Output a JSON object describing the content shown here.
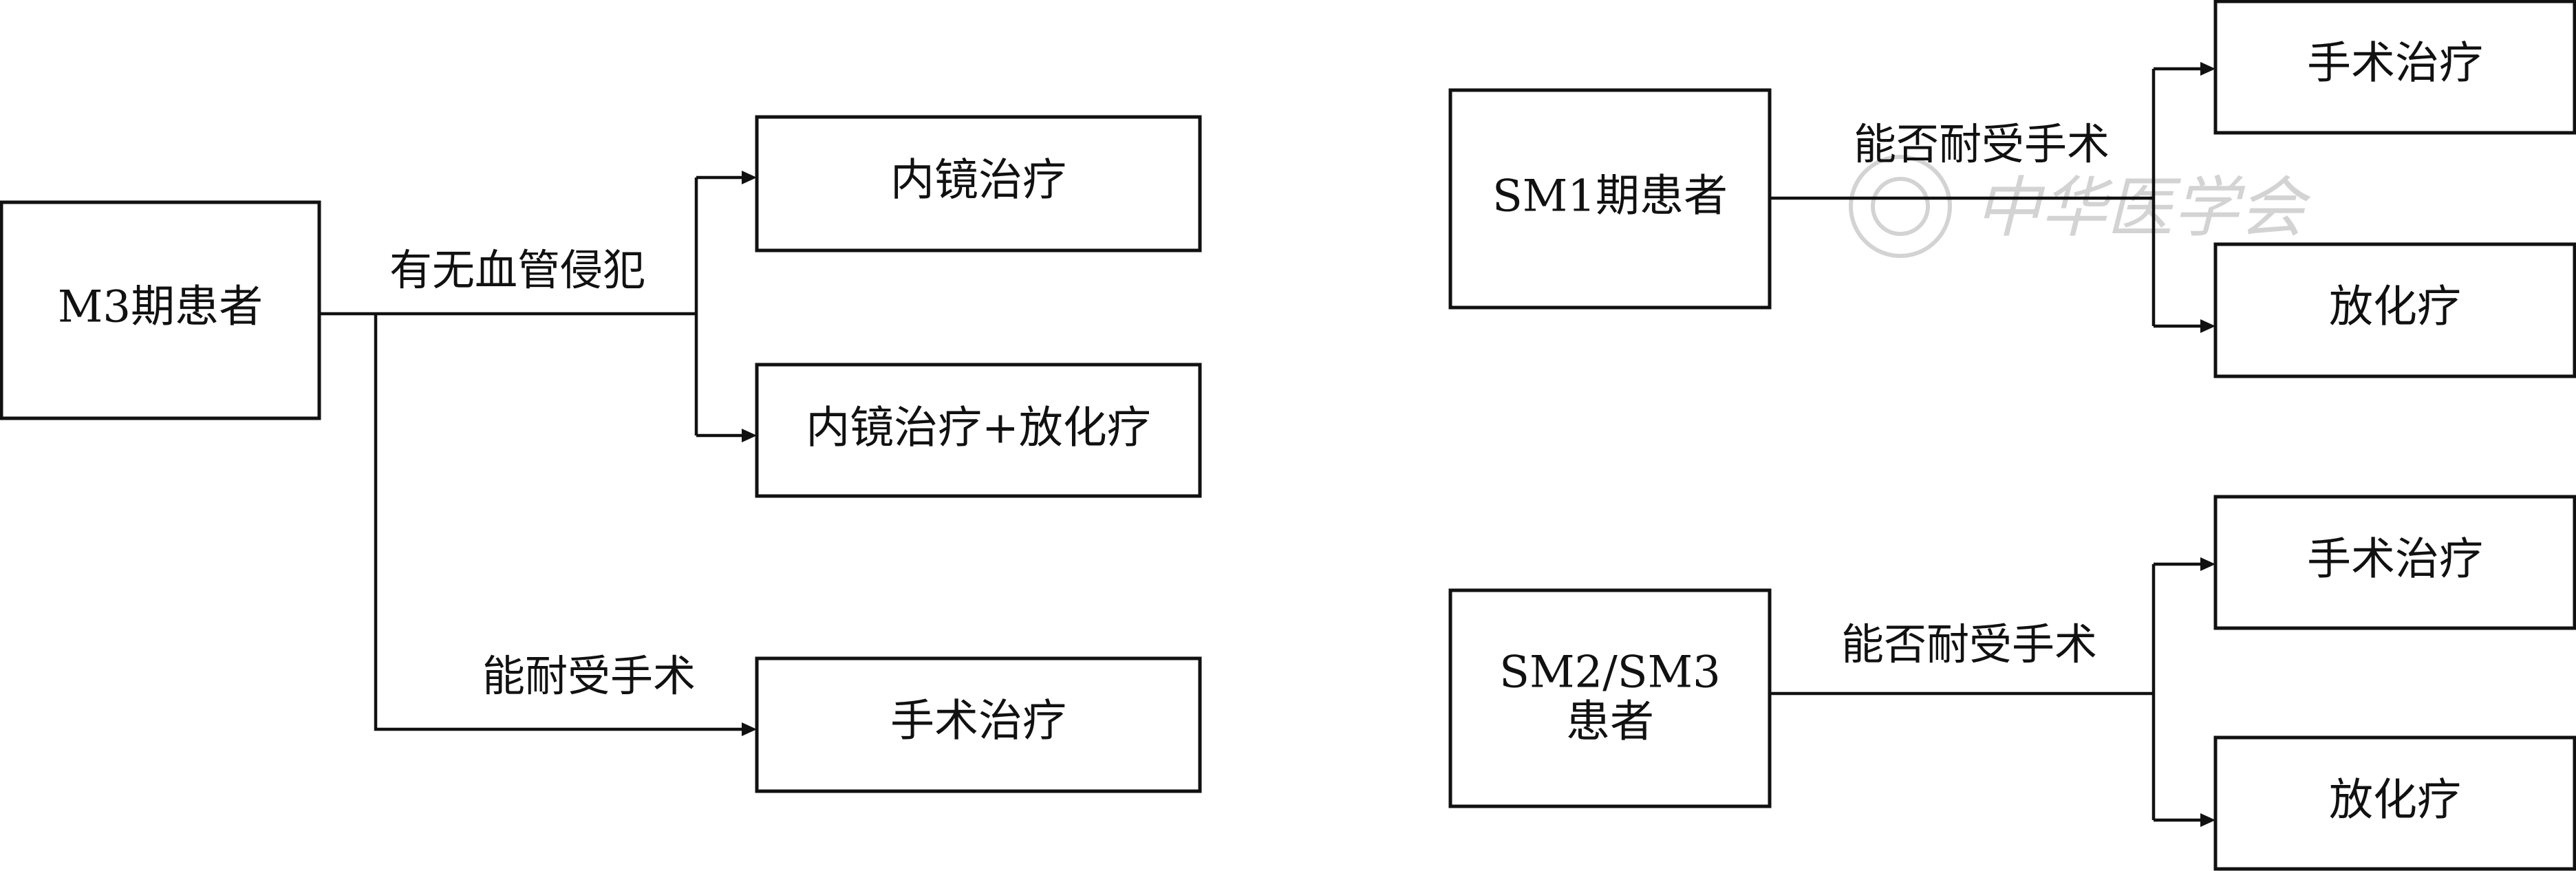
{
  "left_diagram": {
    "root": "M3期患者",
    "branch_upper_label": "有无血管侵犯",
    "branch_lower_label": "能耐受手术",
    "outcome_1": "内镜治疗",
    "outcome_2": "内镜治疗+放化疗",
    "outcome_3": "手术治疗"
  },
  "right_top_diagram": {
    "root": "SM1期患者",
    "branch_label": "能否耐受手术",
    "outcome_1": "手术治疗",
    "outcome_2": "放化疗"
  },
  "right_bottom_diagram": {
    "root_line1": "SM2/SM3",
    "root_line2": "患者",
    "branch_label": "能否耐受手术",
    "outcome_1": "手术治疗",
    "outcome_2": "放化疗"
  },
  "watermark": {
    "text": "中华医学会"
  },
  "colors": {
    "line": "#111111",
    "background": "#ffffff",
    "watermark": "#9e9e9e"
  }
}
